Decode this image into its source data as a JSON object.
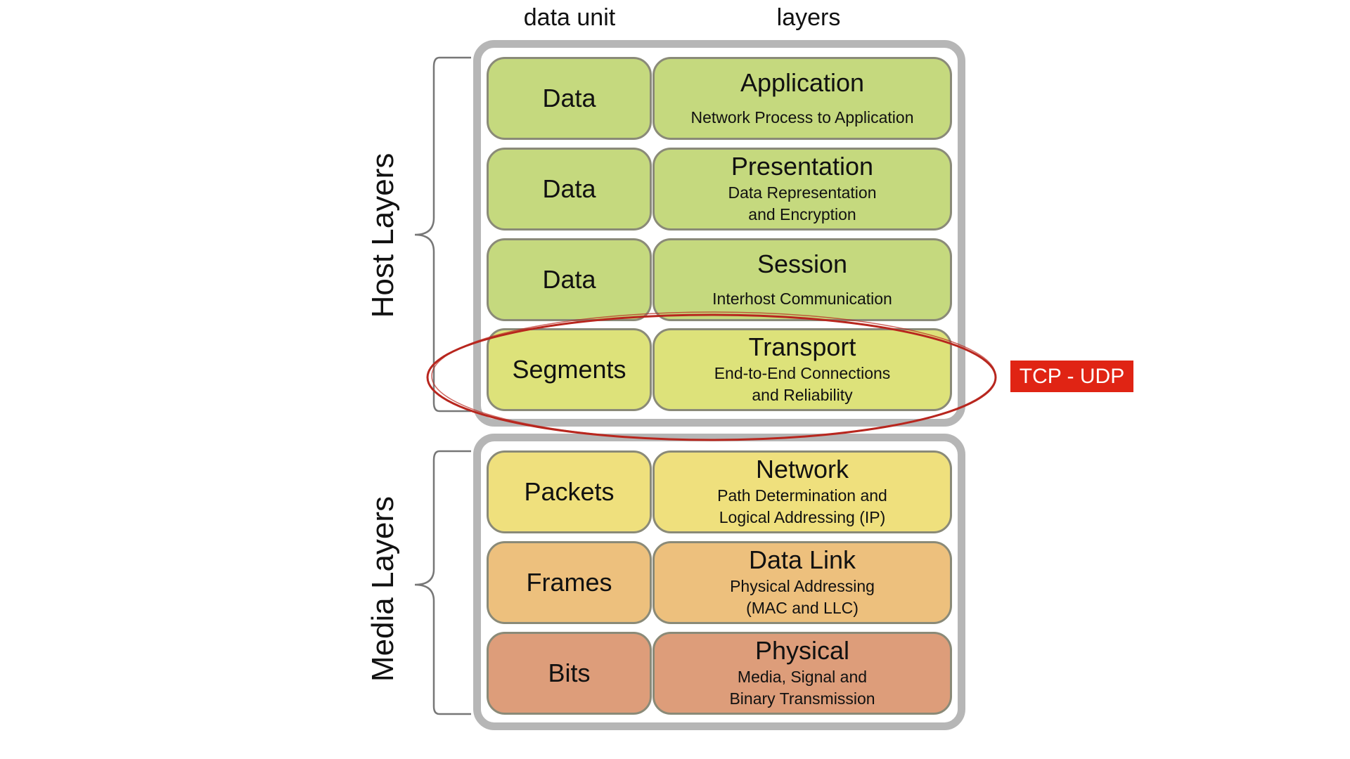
{
  "headers": {
    "data_unit": "data unit",
    "layers": "layers"
  },
  "groups": {
    "host": "Host Layers",
    "media": "Media Layers"
  },
  "rows": [
    {
      "unit": "Data",
      "name": "Application",
      "desc": "Network Process to Application",
      "color": "#c5d97e"
    },
    {
      "unit": "Data",
      "name": "Presentation",
      "desc": "Data Representation\nand Encryption",
      "color": "#c5d97e"
    },
    {
      "unit": "Data",
      "name": "Session",
      "desc": "Interhost Communication",
      "color": "#c5d97e"
    },
    {
      "unit": "Segments",
      "name": "Transport",
      "desc": "End-to-End Connections\nand Reliability",
      "color": "#dde27a"
    },
    {
      "unit": "Packets",
      "name": "Network",
      "desc": "Path Determination and\nLogical Addressing (IP)",
      "color": "#efe07d"
    },
    {
      "unit": "Frames",
      "name": "Data Link",
      "desc": "Physical Addressing\n(MAC and LLC)",
      "color": "#edc07d"
    },
    {
      "unit": "Bits",
      "name": "Physical",
      "desc": "Media, Signal and\nBinary Transmission",
      "color": "#dd9d7a"
    }
  ],
  "annotation": {
    "label": "TCP - UDP",
    "color": "#e02414",
    "ellipse_color": "#b8261e"
  }
}
